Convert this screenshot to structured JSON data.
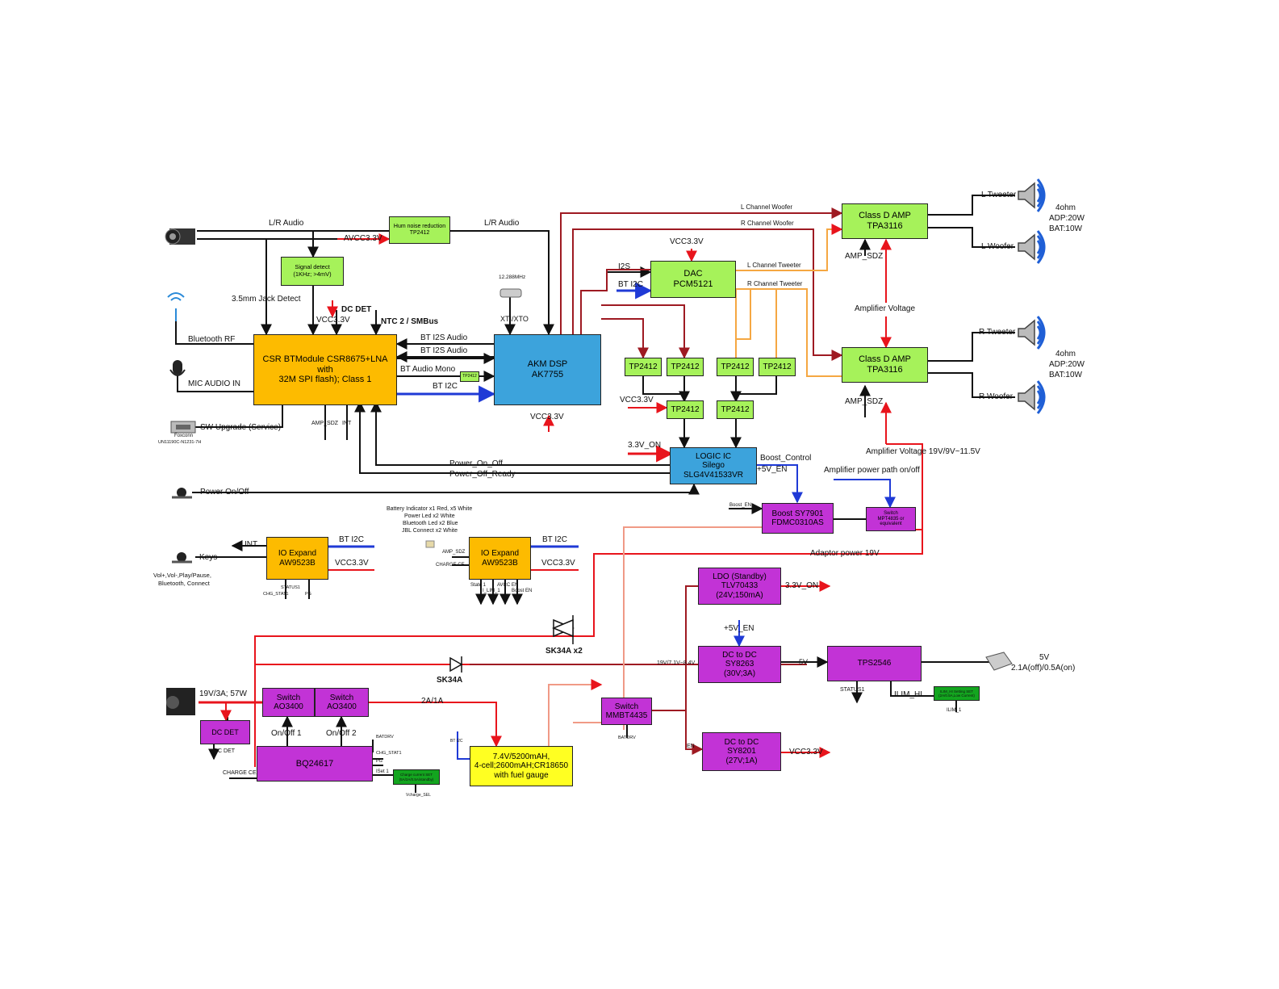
{
  "blocks": {
    "csr": {
      "l1": "CSR BTModule  CSR8675+LNA with",
      "l2": "32M SPI flash); Class 1"
    },
    "akm": {
      "l1": "AKM DSP",
      "l2": "AK7755"
    },
    "dac": {
      "l1": "DAC",
      "l2": "PCM5121"
    },
    "amp1": {
      "l1": "Class D AMP",
      "l2": "TPA3116"
    },
    "amp2": {
      "l1": "Class D AMP",
      "l2": "TPA3116"
    },
    "hum": {
      "l1": "Hum noise reduction",
      "l2": "TP2412"
    },
    "sig": {
      "l1": "Signal detect",
      "l2": "(1KHz; >4mV)"
    },
    "tp_a": "TP2412",
    "tp_b": "TP2412",
    "tp_c": "TP2412",
    "tp_d": "TP2412",
    "tp_e": "TP2412",
    "tp_f": "TP2412",
    "tp_small": "TP2412",
    "logic": {
      "l1": "LOGIC IC",
      "l2": "Silego",
      "l3": "SLG4V41533VR"
    },
    "boost": {
      "l1": "Boost  SY7901",
      "l2": "FDMC0310AS"
    },
    "sw_mpt": {
      "l1": "Switch",
      "l2": "MPT4835 or",
      "l3": "equivalent"
    },
    "io1": {
      "l1": "IO Expand",
      "l2": "AW9523B"
    },
    "io2": {
      "l1": "IO Expand",
      "l2": "AW9523B"
    },
    "ldo": {
      "l1": "LDO (Standby)",
      "l2": "TLV70433",
      "l3": "(24V;150mA)"
    },
    "dcdc1": {
      "l1": "DC to DC",
      "l2": "SY8263",
      "l3": "(30V;3A)"
    },
    "tps": {
      "l1": "TPS2546"
    },
    "dcdc2": {
      "l1": "DC to DC",
      "l2": "SY8201",
      "l3": "(27V;1A)"
    },
    "sw1": {
      "l1": "Switch",
      "l2": "AO3400"
    },
    "sw2": {
      "l1": "Switch",
      "l2": "AO3400"
    },
    "sw_mmbt": {
      "l1": "Switch",
      "l2": "MMBT4435"
    },
    "bq": {
      "l1": "BQ24617"
    },
    "battery": {
      "l1": "7.4V/5200mAH,",
      "l2": "4-cell;2600mAH;CR18650",
      "l3": "with fuel gauge"
    },
    "dcdet": {
      "l1": "DC DET"
    },
    "chg_sel": {
      "l1": "Charge current SET",
      "l2": "(5A/2A/0.5A/standby)"
    },
    "ilim_sel": {
      "l1": "ILIM_HI Setting SET",
      "l2": "(2A/0.5A,Low Current)"
    }
  },
  "labels": {
    "lr_audio_1": "L/R Audio",
    "lr_audio_2": "L/R Audio",
    "avcc": "AVCC3.3V",
    "jack_detect": "3.5mm Jack Detect",
    "vcc_csr": "VCC3.3V",
    "dc_det": "DC DET",
    "ntc": "NTC 2 / SMBus",
    "bt_rf": "Bluetooth RF",
    "mic_in": "MIC AUDIO IN",
    "bt_i2s_1": "BT I2S Audio",
    "bt_i2s_2": "BT I2S Audio",
    "bt_mono": "BT Audio Mono",
    "bt_i2c_csr": "BT I2C",
    "sw_upgrade": "SW Upgrade (Service)",
    "amp_sdz_csr": "AMP_SDZ",
    "int_csr": "INT",
    "foxconn": "Foxconn",
    "foxconn_pn": "UN11190C-N1231-7H",
    "xtal_freq": "12.288MHz",
    "xti": "XTI/XTO",
    "vcc_akm": "VCC3.3V",
    "l_woofer": "L Channel Woofer",
    "r_woofer": "R Channel Woofer",
    "vcc_dac": "VCC3.3V",
    "i2s": "I2S",
    "bt_i2c_dac": "BT I2C",
    "l_tweeter_ch": "L Channel Tweeter",
    "r_tweeter_ch": "R Channel Tweeter",
    "amp_sdz_1": "AMP_SDZ",
    "amp_sdz_2": "AMP_SDZ",
    "amp_voltage": "Amplifier Voltage",
    "l_tweeter": "L Tweeter",
    "l_woofer_spk": "L Woofer",
    "r_tweeter": "R Tweeter",
    "r_woofer_spk": "R Woofer",
    "spec1_a": "4ohm",
    "spec1_b": "ADP:20W",
    "spec1_c": "BAT:10W",
    "spec2_a": "4ohm",
    "spec2_b": "ADP:20W",
    "spec2_c": "BAT:10W",
    "vcc_tp": "VCC3.3V",
    "v33_on": "3.3V_ON",
    "boost_control": "Boost_Control",
    "v5_en": "+5V_EN",
    "power_on_off": "Power_On_Off",
    "power_off_ready": "Power_Off_Ready",
    "power_btn": "Power On/Off",
    "amp_voltage_range": "Amplifier Voltage 19V/9V~11.5V",
    "amp_power_path": "Amplifier power path on/off",
    "boost_en": "Boost_EN",
    "bat_ind_1": "Battery Indicator x1 Red, x5 White",
    "bat_ind_2": "Power Led x2 White",
    "bat_ind_3": "Bluetooth Led x2 Blue",
    "bat_ind_4": "JBL Connect x2 White",
    "int_io1": "INT",
    "keys": "Keys",
    "keys_desc_1": "Vol+,Vol-,Play/Pause,",
    "keys_desc_2": "Bluetooth, Connect",
    "bt_i2c_io1": "BT I2C",
    "vcc_io1": "VCC3.3V",
    "status1_io1": "STATUS1",
    "chg_stat1_io1": "CHG_STAT1",
    "pg_io1": "PG",
    "amp_sdz_io2": "AMP_SDZ",
    "charge_ce_io2": "CHARGE CE",
    "bt_i2c_io2": "BT I2C",
    "vcc_io2": "VCC3.3V",
    "state1": "State 1",
    "ilim_1": "I_LIM_1",
    "avcc_en": "AVCC EN",
    "boost_en_io2": "Boost EN",
    "adaptor_power": "Adaptor power 19V",
    "v33_on_out": "3.3V_ON",
    "v5_en_dc": "+5V_EN",
    "v5": "5V",
    "usb_5v": "5V",
    "usb_current": "2.1A(off)/0.5A(on)",
    "status1_tps": "STATUS1",
    "ilim_hi": "ILIM_HI",
    "ilim_1_tps": "ILIM_1",
    "sk34a_x2": "SK34A x2",
    "sk34a": "SK34A",
    "batt_range": "19V/7.1V~8.4V",
    "dc_in": "19V/3A; 57W",
    "onoff1": "On/Off  1",
    "onoff2": "On/Off  2",
    "current_2a": "2A/1A",
    "batdrv": "BATDRV",
    "chg_stat1_bq": "CHG_STAT1",
    "pg_bq": "PG",
    "iset1": "ISet 1",
    "bt_i2c_bat": "BT I2C",
    "batdrv_mmbt": "BATDRV",
    "en_dc2": "EN",
    "vcc_out": "VCC3.3V",
    "dc_det_out": "DC DET",
    "charge_ce": "CHARGE CE",
    "chg_sel_sub": "Vcharge_SEL",
    "ilim_sel_sub": "ILIM_1"
  },
  "colors": {
    "red": "#e8141c",
    "darkred": "#9e1a22",
    "blue": "#1f3ad6",
    "orange": "#f5a742",
    "salmon": "#f09a86",
    "black": "#111111"
  }
}
